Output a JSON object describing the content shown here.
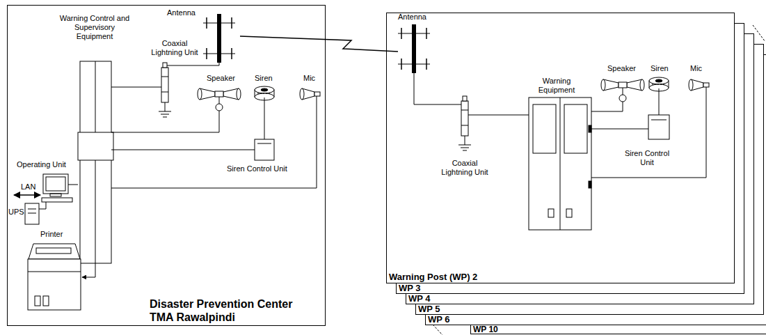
{
  "diagram": {
    "nodes": [
      {
        "text": [
          "Disaster Prevention Center TMA Rawalpindi"
        ]
      },
      {
        "text": [
          "Warning Post (WP) 2"
        ]
      },
      {
        "text": [
          "WP 3"
        ]
      },
      {
        "text": [
          "WP 4"
        ]
      },
      {
        "text": [
          "WP 5"
        ]
      },
      {
        "text": [
          "WP 6"
        ]
      },
      {
        "text": [
          "WP 10"
        ]
      }
    ],
    "labels": [
      "Warning Control and Supervisory Equipment",
      "Antenna",
      "Coaxial Lightning Unit",
      "Speaker",
      "Siren",
      "Mic",
      "Siren Control Unit",
      "Operating Unit",
      "LAN",
      "UPS",
      "Printer",
      "Antenna",
      "Warning Equipment",
      "Speaker",
      "Siren",
      "Mic",
      "Siren Control Unit",
      "Coaxial Lightning Unit"
    ]
  }
}
